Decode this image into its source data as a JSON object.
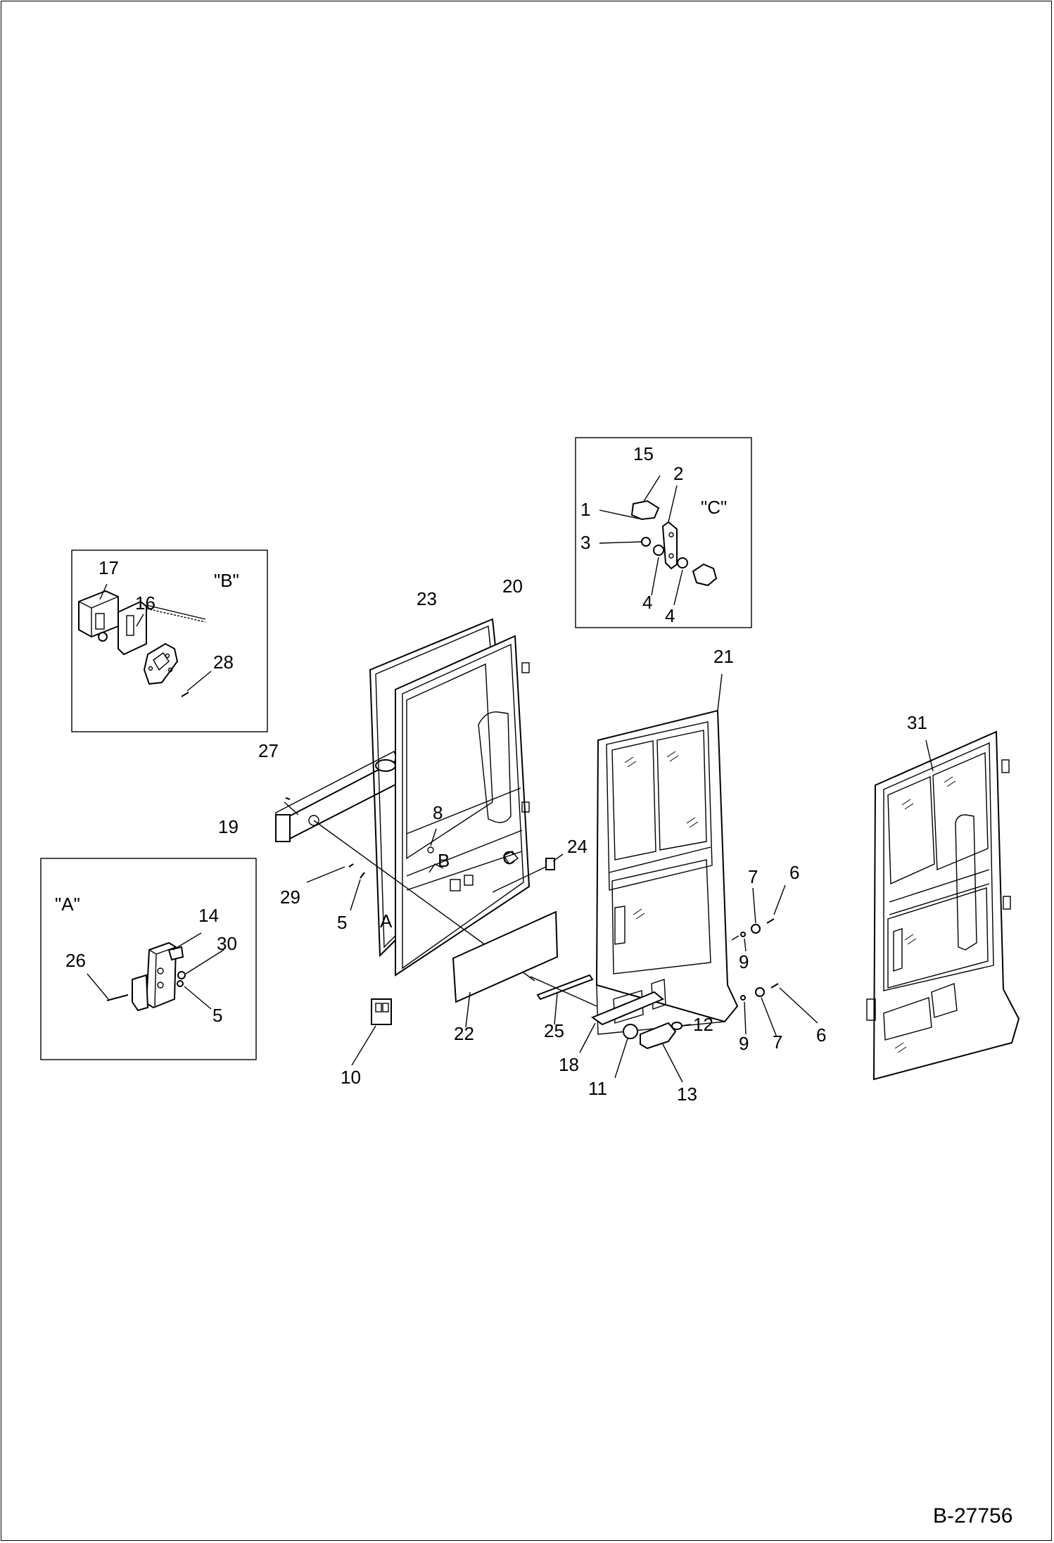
{
  "sheet_id": "B-27756",
  "views": {
    "A": "\"A\"",
    "B": "\"B\"",
    "C": "\"C\""
  },
  "view_refs": [
    "A",
    "B",
    "C"
  ],
  "callouts": [
    "1",
    "2",
    "3",
    "4",
    "4",
    "5",
    "5",
    "6",
    "6",
    "7",
    "7",
    "8",
    "9",
    "9",
    "10",
    "11",
    "12",
    "13",
    "14",
    "15",
    "16",
    "17",
    "18",
    "19",
    "20",
    "21",
    "22",
    "23",
    "24",
    "25",
    "26",
    "27",
    "28",
    "29",
    "30",
    "31"
  ]
}
